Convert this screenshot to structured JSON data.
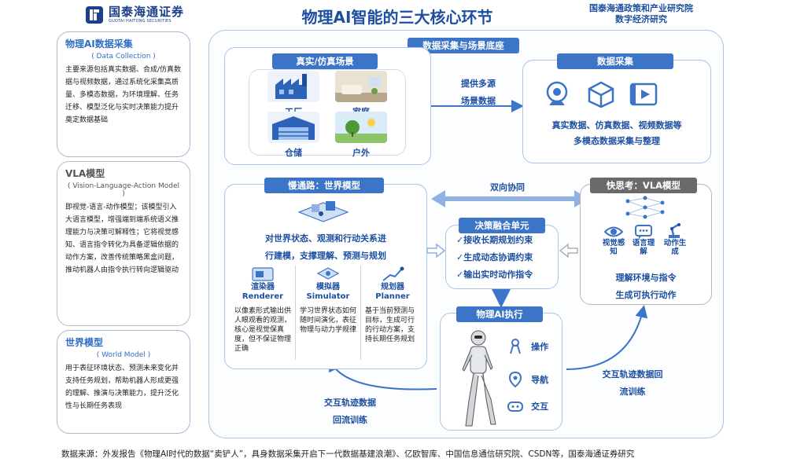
{
  "header": {
    "logo_cn": "国泰海通证券",
    "logo_en": "GUOTAI HAITONG SECURITIES",
    "title": "物理AI智能的三大核心环节",
    "institute_line1": "国泰海通政策和产业研究院",
    "institute_line2": "数字经济研究"
  },
  "left_panels": {
    "data_collection": {
      "title": "物理AI数据采集",
      "subtitle": "( Data Collection )",
      "body": "主要来源包括真实数据、合成/仿真数据与视频数据，通过系统化采集高质量、多模态数据，为环境理解、任务迁移、模型泛化与实时决策能力提升奠定数据基础"
    },
    "vla": {
      "title": "VLA模型",
      "subtitle": "( Vision-Language-Action Model )",
      "body": "即视觉-语言-动作模型；该模型引入大语言模型，增强端到端系统语义推理能力与决策可解释性；它将视觉感知、语言指令转化为具备逻辑依据的动作方案，改善传统策略黑盒问题，推动机器人由指令执行转向逻辑驱动"
    },
    "world_model": {
      "title": "世界模型",
      "subtitle": "( World Model )",
      "body": "用于表征环境状态、预测未来变化并支持任务规划，帮助机器人形成更强的理解、推演与决策能力，提升泛化性与长期任务表现"
    }
  },
  "top_section": {
    "tag": "数据采集与场景底座",
    "scenes_tag": "真实/仿真场景",
    "scenes": [
      "工厂",
      "家庭",
      "仓储",
      "户外"
    ],
    "arrow_line1": "提供多源",
    "arrow_line2": "场景数据",
    "collection_tag": "数据采集",
    "collection_line1": "真实数据、仿真数据、视频数据等",
    "collection_line2": "多模态数据采集与整理"
  },
  "world_model_box": {
    "tag": "慢通路：世界模型",
    "line1": "对世界状态、观测和行动关系进",
    "line2": "行建模，支撑理解、预测与规划",
    "units": [
      {
        "cn": "渲染器",
        "en": "Renderer",
        "desc": "以像素形式输出供人眼观看的观测，核心是视觉保真度，但不保证物理正确"
      },
      {
        "cn": "模拟器",
        "en": "Simulator",
        "desc": "学习世界状态如何随时间演化，表征物理与动力学规律"
      },
      {
        "cn": "规划器",
        "en": "Planner",
        "desc": "基于当前预测与目标，生成可行的行动方案，支持长期任务规划"
      }
    ]
  },
  "bidirectional": "双向协同",
  "decision_box": {
    "tag": "决策融合单元",
    "items": [
      "✓接收长期规划约束",
      "✓生成动态协调约束",
      "✓输出实时动作指令"
    ]
  },
  "vla_box": {
    "tag": "快思考：VLA模型",
    "icons": [
      {
        "name": "eye-icon",
        "label": "视觉感知"
      },
      {
        "name": "chat-icon",
        "label": "语言理解"
      },
      {
        "name": "robot-arm-icon",
        "label": "动作生成"
      }
    ],
    "line1": "理解环境与指令",
    "line2": "生成可执行动作"
  },
  "execution_box": {
    "tag": "物理AI执行",
    "actions": [
      "操作",
      "导航",
      "交互"
    ]
  },
  "feedback_left_line1": "交互轨迹数据",
  "feedback_left_line2": "回流训练",
  "feedback_right_line1": "交互轨迹数据回",
  "feedback_right_line2": "流训练",
  "footer": "数据来源：外发报告《物理AI时代的数据“卖铲人”，具身数据采集开启下一代数据基建浪潮》、亿欧智库、中国信息通信研究院、CSDN等，国泰海通证券研究",
  "colors": {
    "primary_blue": "#3c74c7",
    "title_blue": "#1d4fa0",
    "grey_tag": "#6a6a6a"
  }
}
